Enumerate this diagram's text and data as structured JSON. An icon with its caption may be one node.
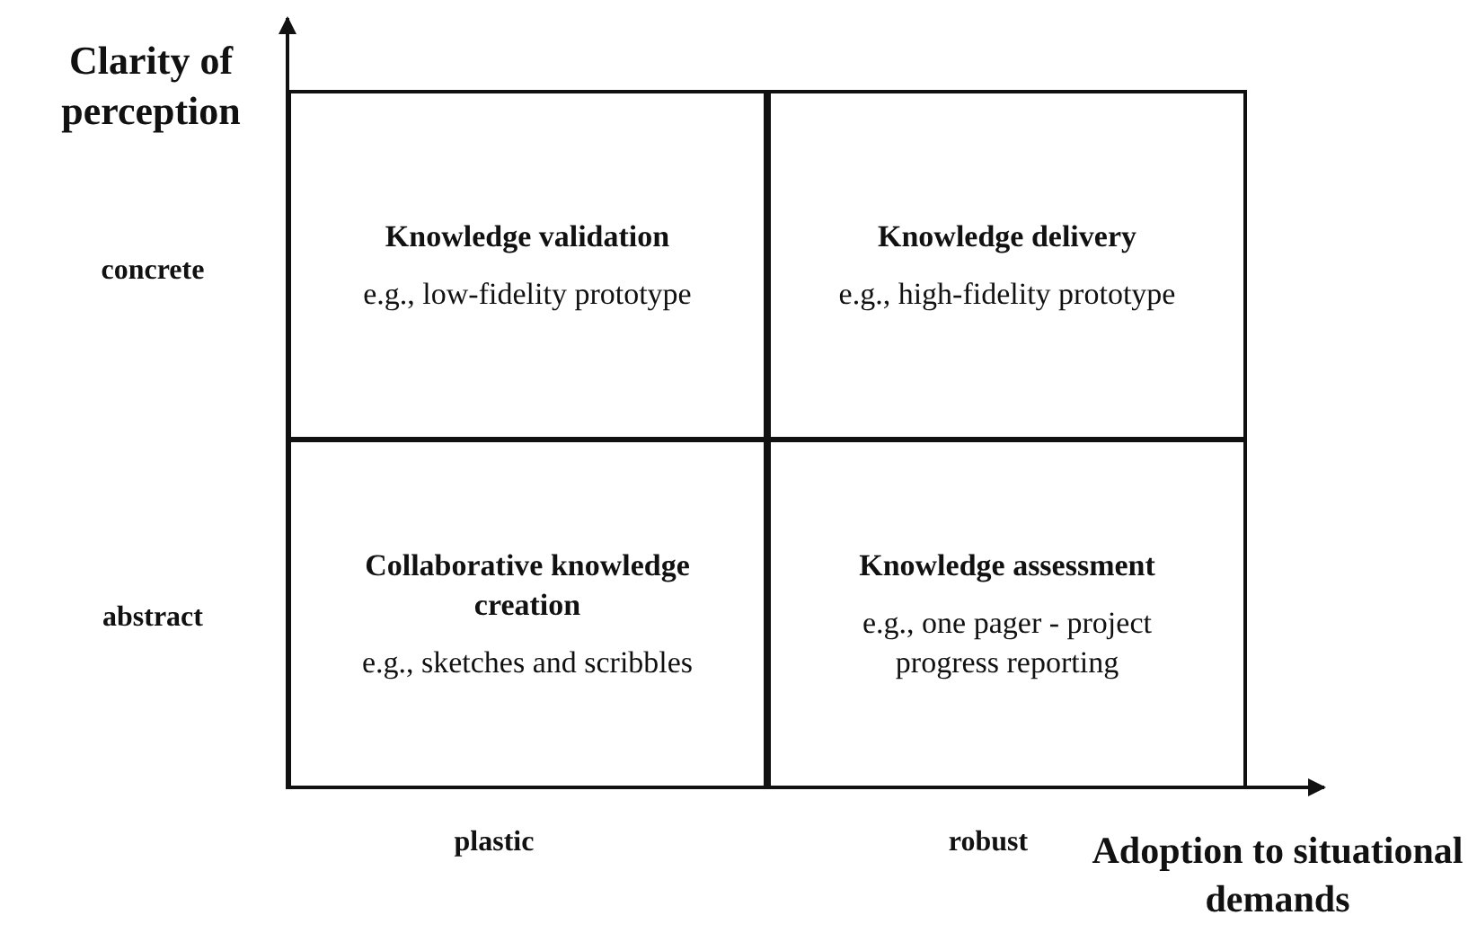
{
  "diagram": {
    "nodes": [
      {
        "text": [
          "Knowledge validation",
          "e.g., low-fidelity prototype"
        ]
      },
      {
        "text": [
          "Knowledge delivery",
          "e.g., high-fidelity prototype"
        ]
      },
      {
        "text": [
          "Collaborative knowledge creation",
          "e.g., sketches and scribbles"
        ]
      },
      {
        "text": [
          "Knowledge assessment",
          "e.g., one pager - project progress reporting"
        ]
      }
    ],
    "labels": [
      "Clarity of perception",
      "concrete",
      "abstract",
      "plastic",
      "robust",
      "Adoption to situational demands"
    ]
  }
}
